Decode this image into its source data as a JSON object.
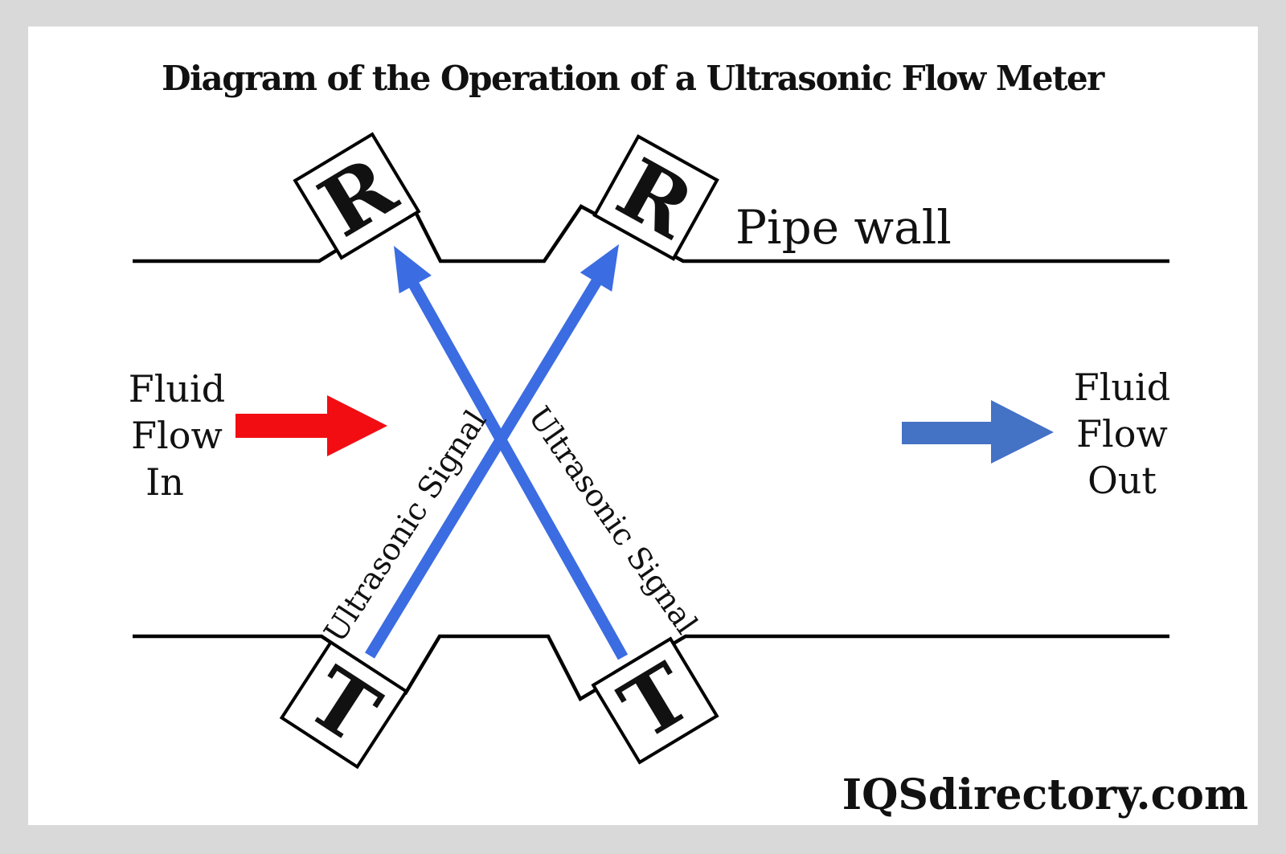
{
  "title": "Diagram of the Operation of a Ultrasonic Flow Meter",
  "labels": {
    "pipe_wall": "Pipe wall",
    "fluid_flow_in_lines": [
      "Fluid",
      "Flow",
      "In"
    ],
    "fluid_flow_out_lines": [
      "Fluid",
      "Flow",
      "Out"
    ],
    "ultrasonic_signal": "Ultrasonic Signal"
  },
  "transducers": {
    "receiver_left": "R",
    "receiver_right": "R",
    "transmitter_left": "T",
    "transmitter_right": "T"
  },
  "watermark": "IQSdirectory.com",
  "colors": {
    "frame_gray": "#d9d9d9",
    "canvas_white": "#ffffff",
    "outline_black": "#000000",
    "signal_blue": "#3b6ce1",
    "flow_out_blue": "#4472c4",
    "flow_in_red": "#f20d13",
    "watermark_gray": "#9a9a9a"
  }
}
